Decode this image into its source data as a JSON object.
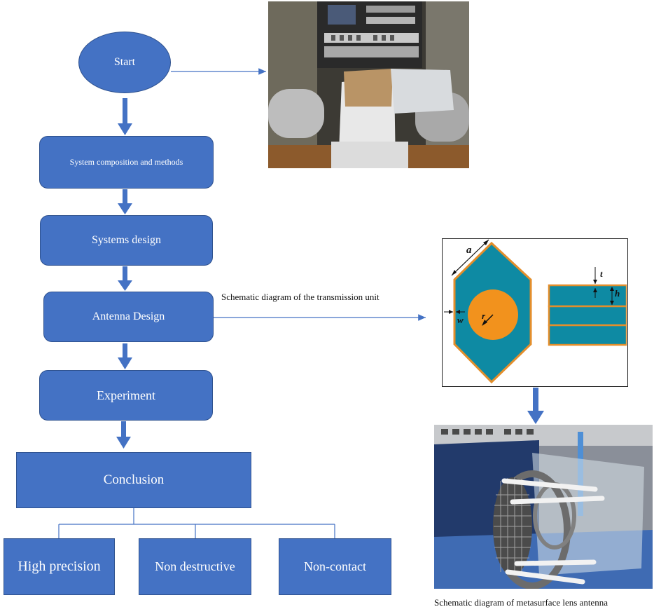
{
  "flow": {
    "start": "Start",
    "system": "System composition and methods",
    "systems_design": "Systems design",
    "antenna_design": "Antenna Design",
    "experiment": "Experiment",
    "conclusion": "Conclusion",
    "outcomes": [
      "High precision",
      "Non destructive",
      "Non-contact"
    ]
  },
  "captions": {
    "transmission_unit": "Schematic diagram of the transmission unit",
    "lens_antenna": "Schematic diagram of metasurface lens antenna"
  },
  "unit_cell_labels": {
    "a": "a",
    "t": "t",
    "h": "h",
    "w": "w",
    "r": "r"
  },
  "colors": {
    "node_fill": "#4472c4",
    "node_border": "#2f528f",
    "cell_teal": "#0e8aa3",
    "cell_orange": "#f2921d"
  }
}
